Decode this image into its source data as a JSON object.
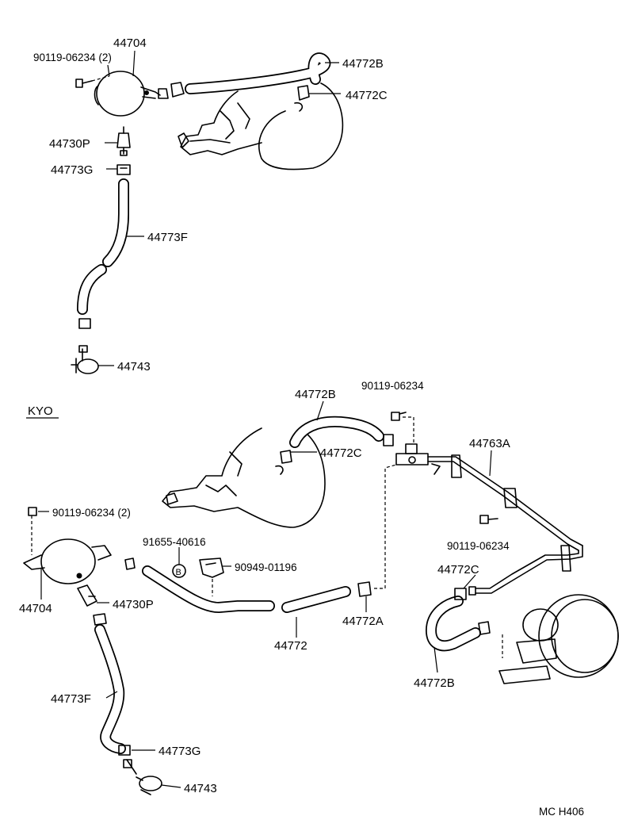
{
  "callouts": {
    "top_44704": "44704",
    "top_bolt": "90119-06234 (2)",
    "top_44772B": "44772B",
    "top_44772C": "44772C",
    "top_44730P": "44730P",
    "top_44773G": "44773G",
    "top_44773F": "44773F",
    "top_44743": "44743",
    "section_kyo": "KYO",
    "bot_44772B": "44772B",
    "bot_bolt_right": "90119-06234",
    "bot_44772C": "44772C",
    "bot_44763A": "44763A",
    "bot_bolt_left": "90119-06234 (2)",
    "bot_91655": "91655-40616",
    "bot_90949": "90949-01196",
    "bot_bolt_mid": "90119-06234",
    "bot_44772C_right": "44772C",
    "bot_44704": "44704",
    "bot_44730P": "44730P",
    "bot_44772": "44772",
    "bot_44772A": "44772A",
    "bot_44772B_right": "44772B",
    "bot_44773F": "44773F",
    "bot_44773G": "44773G",
    "bot_44743": "44743",
    "marker_b": "B",
    "footer_code": "MC  H406"
  }
}
